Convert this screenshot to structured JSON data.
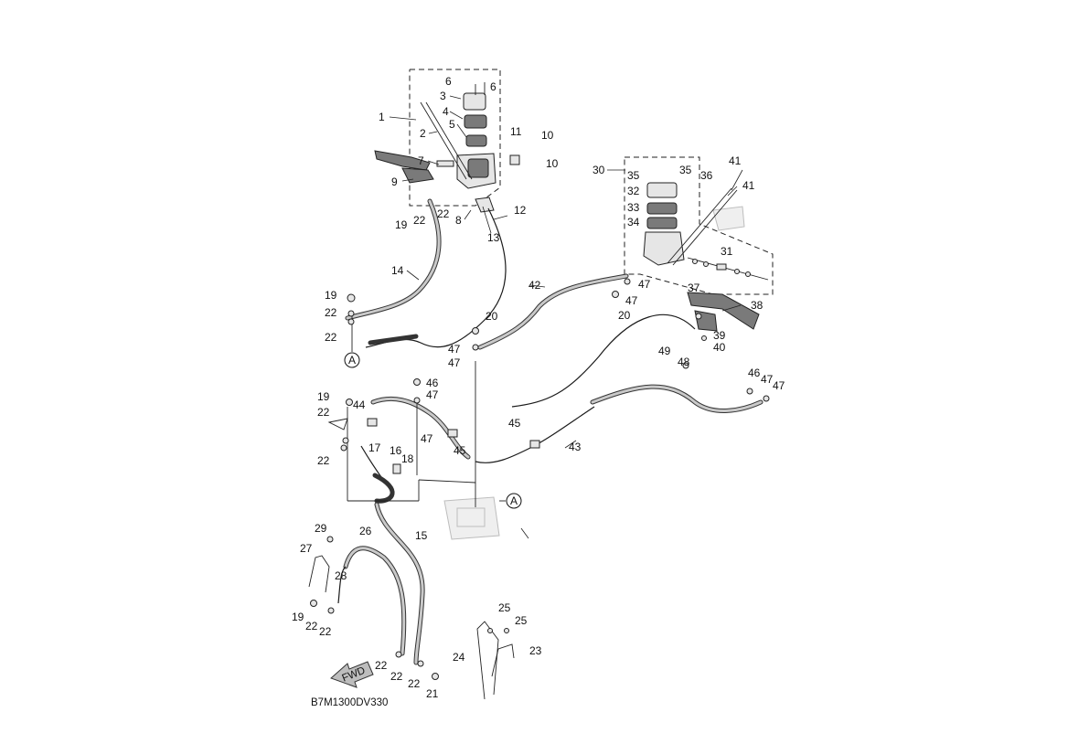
{
  "diagram": {
    "drawing_code": "B7M1300DV330",
    "fwd_label": "FWD",
    "ref_marker": "A",
    "callouts": [
      "1",
      "2",
      "3",
      "4",
      "5",
      "6",
      "6",
      "7",
      "8",
      "9",
      "10",
      "10",
      "11",
      "12",
      "13",
      "14",
      "15",
      "16",
      "17",
      "18",
      "19",
      "19",
      "19",
      "19",
      "20",
      "20",
      "21",
      "22",
      "22",
      "22",
      "22",
      "22",
      "22",
      "22",
      "22",
      "22",
      "22",
      "22",
      "22",
      "23",
      "24",
      "25",
      "25",
      "26",
      "27",
      "28",
      "29",
      "30",
      "31",
      "32",
      "33",
      "34",
      "35",
      "35",
      "36",
      "37",
      "38",
      "39",
      "40",
      "41",
      "41",
      "42",
      "43",
      "44",
      "45",
      "45",
      "46",
      "46",
      "47",
      "47",
      "47",
      "47",
      "47",
      "47",
      "47",
      "48",
      "49"
    ]
  }
}
